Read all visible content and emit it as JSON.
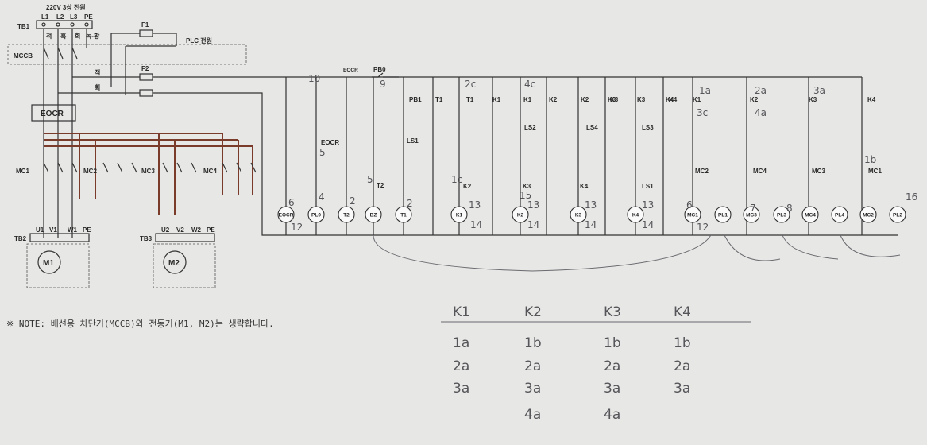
{
  "power": {
    "source_label": "220V 3상 전원",
    "phases": [
      "L1",
      "L2",
      "L3",
      "PE"
    ],
    "tb1": "TB1",
    "mccb": "MCCB",
    "mccb_marks": [
      "적",
      "흑",
      "회",
      "녹-황"
    ],
    "fuse1": "F1",
    "fuse2": "F2",
    "plc_label": "PLC 전원",
    "feed_marks": [
      "적",
      "회"
    ],
    "eocr": "EOCR",
    "tb2": "TB2",
    "tb3": "TB3",
    "tb2_terms": [
      "U1",
      "V1",
      "W1",
      "PE"
    ],
    "tb3_terms": [
      "U2",
      "V2",
      "W2",
      "PE"
    ],
    "motor1": "M1",
    "motor2": "M2",
    "contactors": [
      "MC1",
      "MC2",
      "MC3",
      "MC4"
    ]
  },
  "note": "※ NOTE: 배선용 차단기(MCCB)와 전동기(M1, M2)는 생략합니다.",
  "control": {
    "eocr_contact": "EOCR",
    "pb0": "PB0",
    "contacts": [
      "PB1",
      "T1",
      "T1",
      "K1",
      "K1",
      "K2",
      "K2",
      "K3",
      "K3",
      "K4",
      "K3",
      "K4",
      "K1",
      "K2",
      "K3",
      "K4",
      "LS2",
      "LS4",
      "LS3",
      "LS1",
      "K2",
      "K3",
      "K4",
      "LS1",
      "MC2",
      "MC4",
      "MC3",
      "MC1",
      "EOCR",
      "T2"
    ],
    "coils": [
      "EOCR",
      "PL0",
      "T2",
      "BZ",
      "T1",
      "K1",
      "K2",
      "K3",
      "K4",
      "MC1",
      "PL1",
      "MC3",
      "PL3",
      "MC4",
      "PL4",
      "MC2",
      "PL2"
    ]
  },
  "handwritten": {
    "margin_marks": [
      "10",
      "6",
      "4",
      "2",
      "5",
      "5",
      "2",
      "12",
      "13",
      "13",
      "13",
      "13",
      "14",
      "14",
      "14",
      "14",
      "6",
      "7",
      "8",
      "12",
      "16",
      "1a",
      "2a",
      "3a",
      "3c",
      "4a",
      "4c",
      "2c",
      "1c",
      "1b",
      "9",
      "15"
    ],
    "table": {
      "headers": [
        "K1",
        "K2",
        "K3",
        "K4"
      ],
      "columns": [
        [
          "1a",
          "2a",
          "3a"
        ],
        [
          "1b",
          "2a",
          "3a",
          "4a"
        ],
        [
          "1b",
          "2a",
          "3a",
          "4a"
        ],
        [
          "1b",
          "2a",
          "3a"
        ]
      ]
    }
  }
}
